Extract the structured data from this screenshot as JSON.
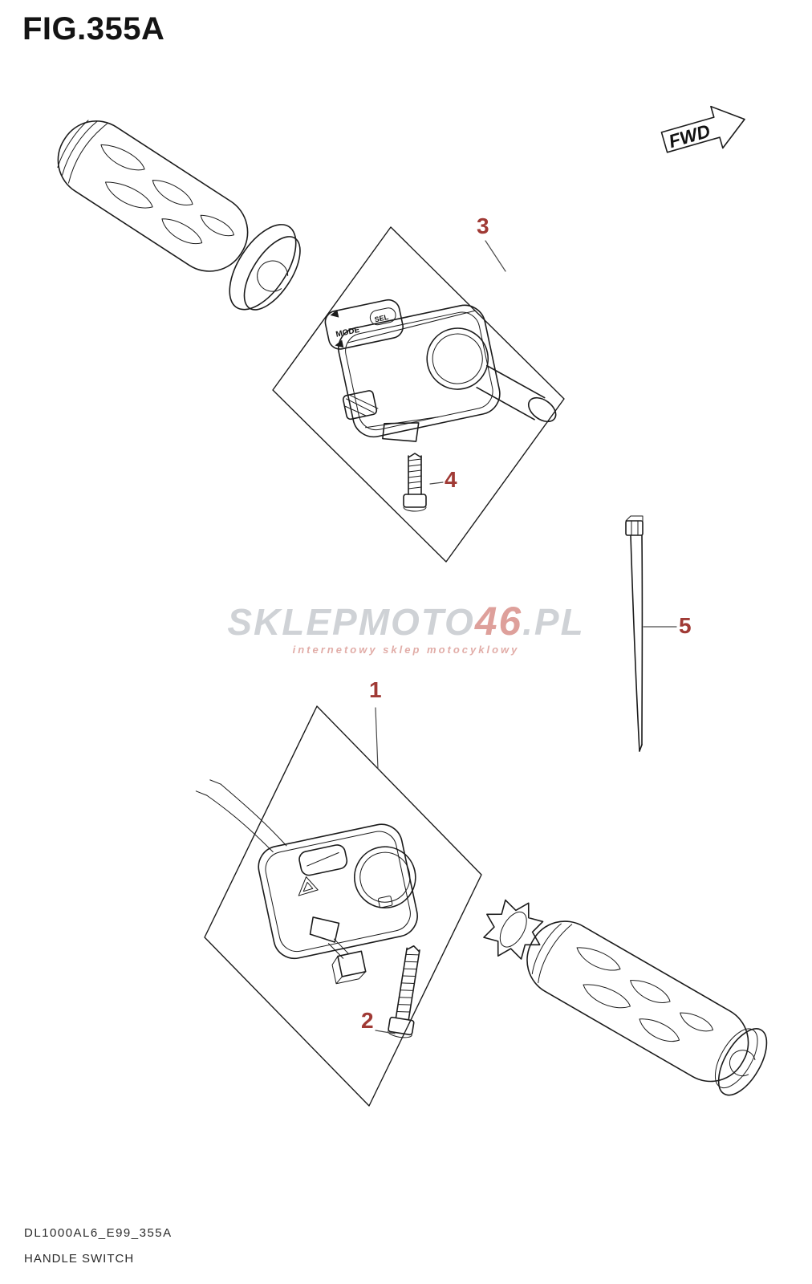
{
  "figure": {
    "title": "FIG.355A"
  },
  "fwd_label": "FWD",
  "callouts": [
    {
      "label": "1"
    },
    {
      "label": "2"
    },
    {
      "label": "3"
    },
    {
      "label": "4"
    },
    {
      "label": "5"
    }
  ],
  "switch_labels": {
    "mode": "MODE",
    "sel": "SEL"
  },
  "watermark": {
    "prefix": "SKLEPMOTO",
    "number": "46",
    "suffix": ".PL",
    "tagline": "internetowy sklep motocyklowy"
  },
  "footer": {
    "code": "DL1000AL6_E99_355A",
    "name": "HANDLE SWITCH"
  },
  "colors": {
    "callout": "#a03a35",
    "line": "#1b1b1b",
    "watermark_gray": "#a9afb5",
    "watermark_red": "#c4534a"
  }
}
